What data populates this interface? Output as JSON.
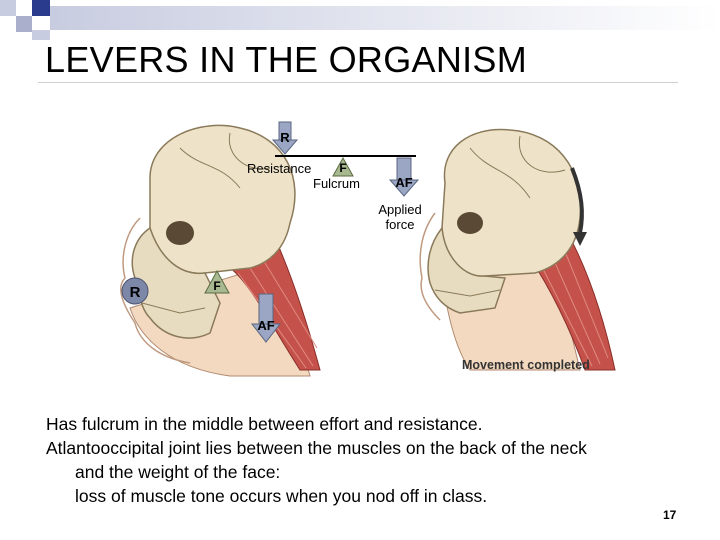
{
  "slide": {
    "title": "LEVERS IN THE ORGANISM",
    "page_number": "17"
  },
  "figure": {
    "labels": {
      "r_top": "R",
      "resistance": "Resistance",
      "f_top": "F",
      "fulcrum": "Fulcrum",
      "af_top": "AF",
      "applied": "Applied",
      "force": "force",
      "r_skull": "R",
      "f_skull": "F",
      "af_skull": "AF",
      "movement_completed": "Movement completed"
    }
  },
  "body": {
    "lines": [
      "Has fulcrum in the middle between effort and resistance.",
      "Atlantooccipital joint lies between the muscles on the back of the neck",
      "and the weight of the face:",
      "loss of muscle tone occurs when you nod off in class."
    ]
  },
  "colors": {
    "deco_blue": "#2a3a8c",
    "arrow_fill": "#9aa6c4",
    "muscle": "#c4524a",
    "bone": "#e8dcc0"
  }
}
